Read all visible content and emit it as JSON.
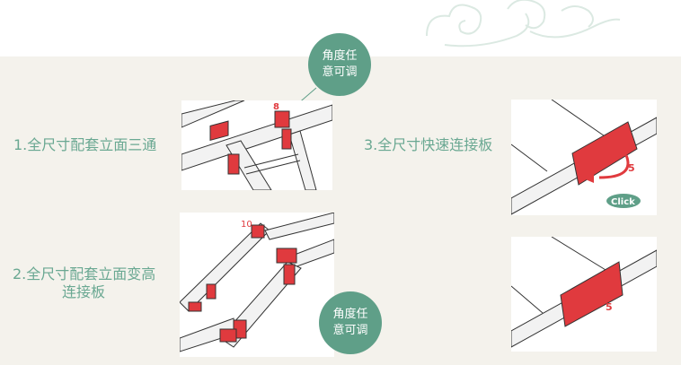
{
  "features": [
    {
      "label": "1.全尺寸配套立面三通",
      "part_number": "8"
    },
    {
      "label_line1": "2.全尺寸配套立面变高",
      "label_line2": "连接板",
      "part_number": "10"
    },
    {
      "label": "3.全尺寸快速连接板",
      "part_number": "5",
      "click_text": "Click",
      "part_number_2": "5"
    }
  ],
  "bubbles": [
    {
      "line1": "角度任",
      "line2": "意可调"
    },
    {
      "line1": "角度任",
      "line2": "意可调"
    }
  ],
  "colors": {
    "accent": "#5f9f88",
    "text": "#6aa892",
    "part": "#e03a3e",
    "background": "#f4f2ec"
  }
}
